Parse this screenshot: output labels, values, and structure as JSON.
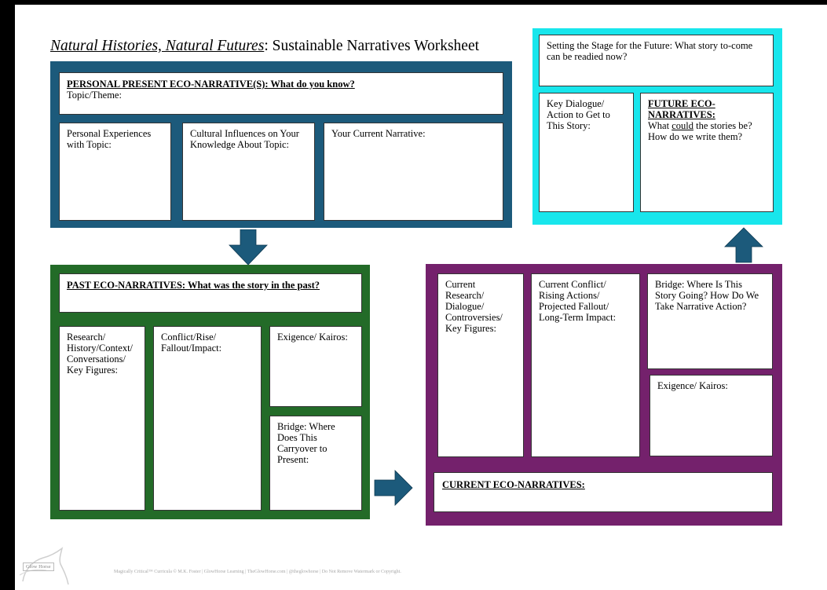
{
  "title": {
    "italic": "Natural Histories, Natural Futures",
    "rest": ": Sustainable Narratives Worksheet"
  },
  "personal": {
    "heading": "PERSONAL PRESENT ECO-NARRATIVE(S): What do you know?",
    "topic": "Topic/Theme:",
    "experiences": "Personal Experiences with Topic:",
    "cultural": "Cultural Influences on Your Knowledge About Topic:",
    "current_narrative": "Your Current Narrative:"
  },
  "future": {
    "setting_stage": "Setting the Stage for the Future: What story to-come can be readied now?",
    "key_dialogue": "Key Dialogue/ Action to Get to This Story:",
    "heading_line1": "FUTURE ECO-",
    "heading_line2": "NARRATIVES:",
    "question_a": "What ",
    "question_could": "could",
    "question_b": " the stories be? How do we write them?"
  },
  "past": {
    "heading": "PAST ECO-NARRATIVES: What was the story in the past?",
    "research": "Research/ History/Context/ Conversations/ Key Figures:",
    "conflict": "Conflict/Rise/ Fallout/Impact:",
    "exigence": "Exigence/ Kairos:",
    "bridge": "Bridge: Where Does This Carryover to Present:"
  },
  "current": {
    "research": "Current Research/ Dialogue/ Controversies/ Key Figures:",
    "conflict": "Current Conflict/ Rising Actions/ Projected Fallout/ Long-Term Impact:",
    "bridge": "Bridge: Where Is This Story Going? How Do We Take Narrative Action?",
    "exigence": "Exigence/ Kairos:",
    "heading": "CURRENT ECO-NARRATIVES:"
  },
  "footer": "Magically Critical™ Curricula © M.K. Foster | GlowHorse Learning | TheGlowHorse.com | @theglowhorse | Do Not Remove Watermark or Copyright.",
  "watermark": "Glow Horse",
  "colors": {
    "blue_panel": "#1c5a7b",
    "cyan_panel": "#18e6ec",
    "green_panel": "#236b28",
    "purple_panel": "#74216c",
    "arrow": "#1c5a7b"
  }
}
